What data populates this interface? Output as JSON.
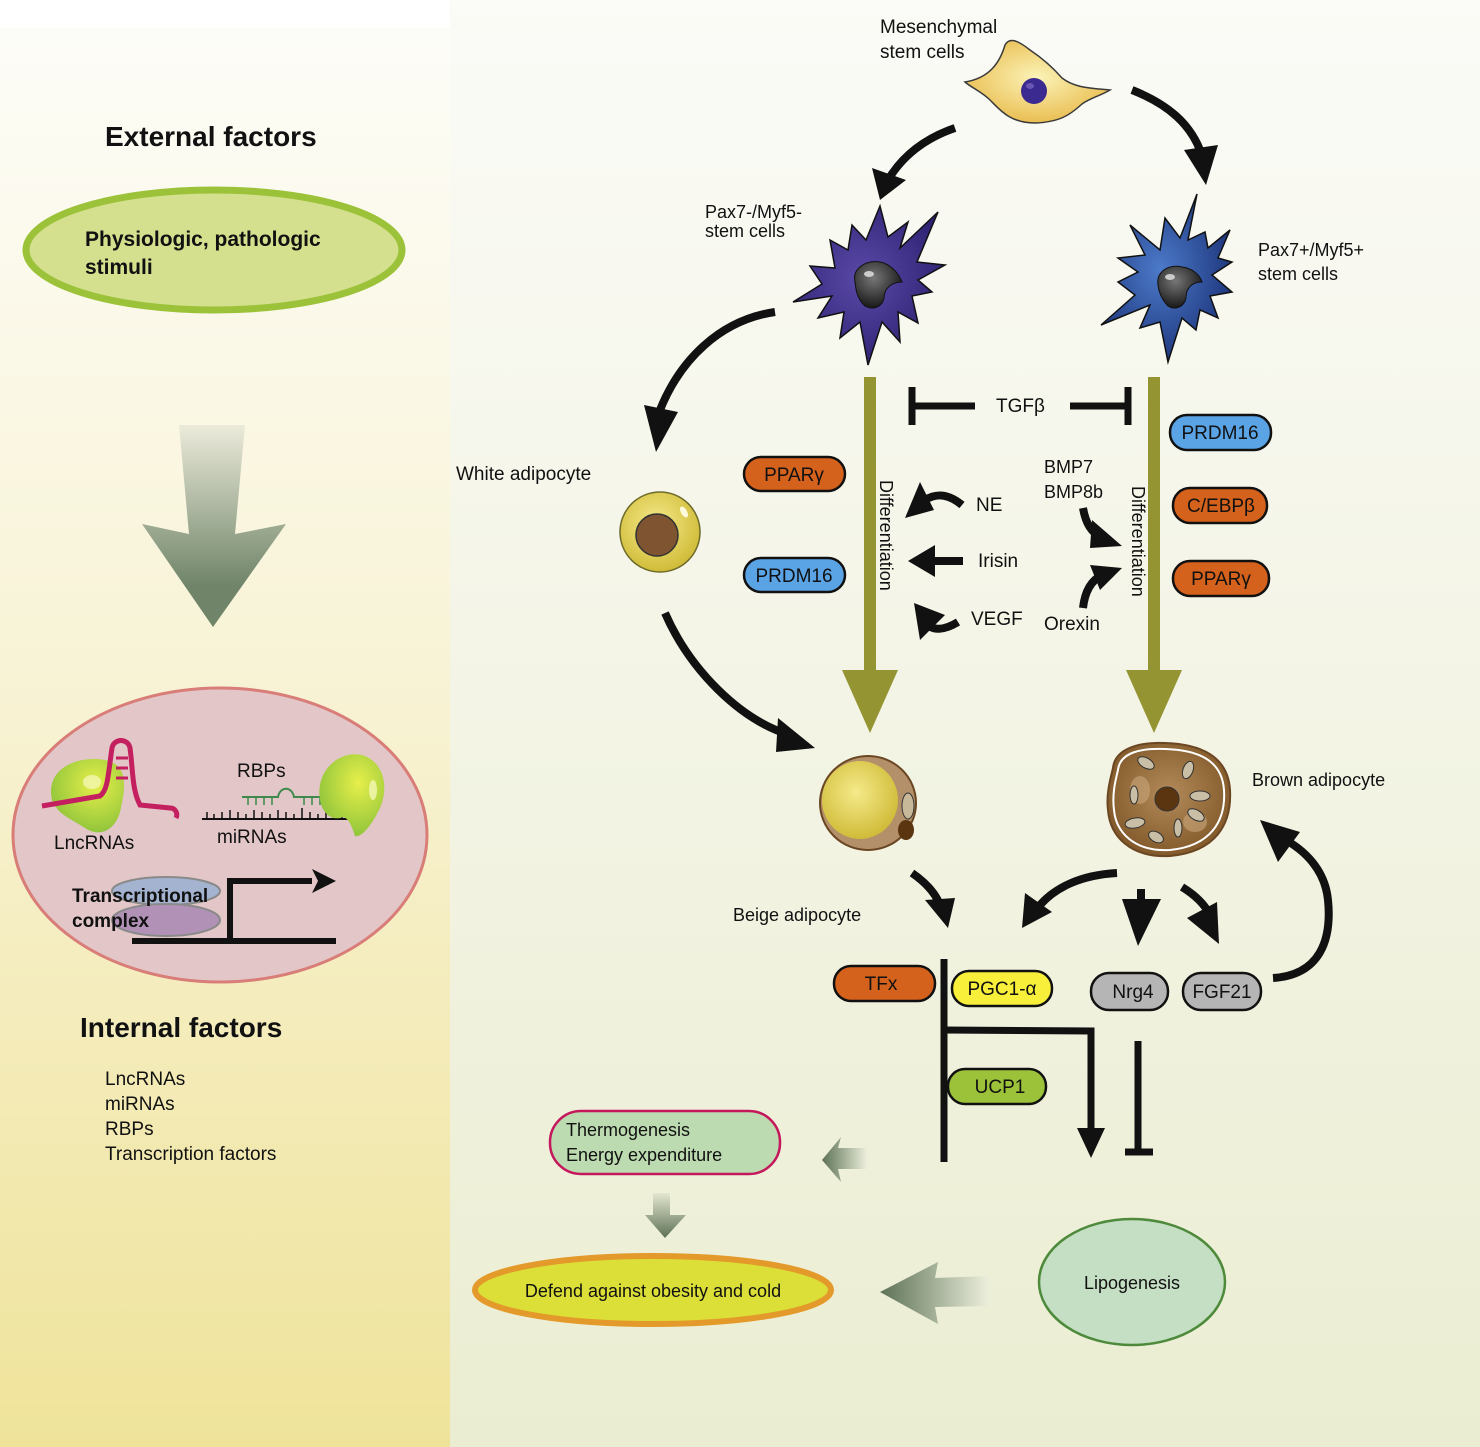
{
  "left_panel": {
    "external_title": "External factors",
    "external_stimuli": [
      "Physiologic, pathologic",
      "stimuli"
    ],
    "nucleus": {
      "lncrnas": "LncRNAs",
      "rbps": "RBPs",
      "mirnas": "miRNAs",
      "transcriptional_complex": [
        "Transcriptional",
        "complex"
      ]
    },
    "internal_title": "Internal factors",
    "internal_list": [
      "LncRNAs",
      "miRNAs",
      "RBPs",
      "Transcription factors"
    ]
  },
  "cells": {
    "msc": [
      "Mesenchymal",
      "stem cells"
    ],
    "pax_neg": [
      "Pax7-/Myf5-",
      "stem cells"
    ],
    "pax_pos": [
      "Pax7+/Myf5+",
      "stem cells"
    ],
    "white": "White adipocyte",
    "beige": "Beige adipocyte",
    "brown": "Brown adipocyte"
  },
  "differentiation": {
    "label": "Differentiation",
    "inhibitor": "TGFβ",
    "left_regulators": [
      "NE",
      "Irisin",
      "VEGF"
    ],
    "right_regulators": [
      "BMP7",
      "BMP8b",
      "Orexin"
    ],
    "left_factors": [
      {
        "label": "PPARγ",
        "color": "#d4611c"
      },
      {
        "label": "PRDM16",
        "color": "#5aa4e6"
      }
    ],
    "right_factors": [
      {
        "label": "PRDM16",
        "color": "#5aa4e6"
      },
      {
        "label": "C/EBPβ",
        "color": "#d4611c"
      },
      {
        "label": "PPARγ",
        "color": "#d4611c"
      }
    ]
  },
  "effectors": {
    "tfx": {
      "label": "TFx",
      "color": "#d4611c"
    },
    "pgc1a": {
      "label": "PGC1-α",
      "color": "#f7ef3a"
    },
    "ucp1": {
      "label": "UCP1",
      "color": "#9cc23a"
    },
    "nrg4": {
      "label": "Nrg4",
      "color": "#b5b5b5"
    },
    "fgf21": {
      "label": "FGF21",
      "color": "#b5b5b5"
    }
  },
  "outcomes": {
    "thermogenesis": [
      "Thermogenesis",
      "Energy expenditure"
    ],
    "defend": "Defend against obesity and cold",
    "lipogenesis": "Lipogenesis"
  },
  "colors": {
    "diff_bar": "#949433",
    "left_bg_top": "#fdfdf8",
    "left_bg_bottom": "#efe39a",
    "right_bg_top": "#fbfbf7",
    "right_bg_bottom": "#ebedd2"
  }
}
